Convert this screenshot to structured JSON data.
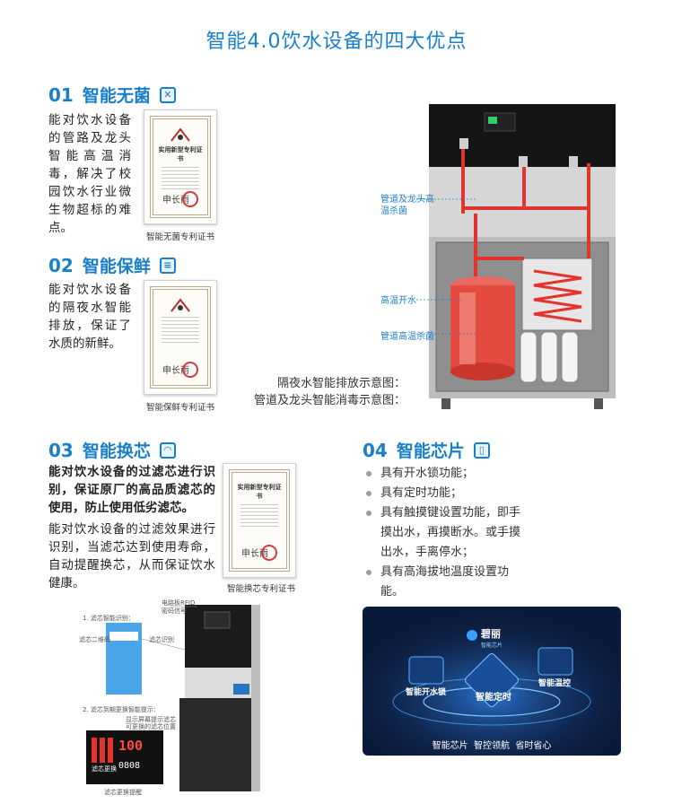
{
  "page_title": "智能4.0饮水设备的四大优点",
  "sections": [
    {
      "num": "01",
      "title": "智能无菌",
      "icon": "sterilize-icon",
      "text": "能对饮水设备的管路及龙头智能高温消毒，解决了校园饮水行业微生物超标的难点。",
      "cert_caption": "智能无菌专利证书"
    },
    {
      "num": "02",
      "title": "智能保鲜",
      "icon": "fresh-icon",
      "text": "能对饮水设备的隔夜水智能排放，保证了水质的新鲜。",
      "cert_caption": "智能保鲜专利证书"
    },
    {
      "num": "03",
      "title": "智能换芯",
      "icon": "alarm-icon",
      "text_bold": "能对饮水设备的过滤芯进行识别，保证原厂的高品质滤芯的使用，防止使用低劣滤芯。",
      "text": "能对饮水设备的过滤效果进行识别，当滤芯达到使用寿命，自动提醒换芯，从而保证饮水健康。",
      "cert_caption": "智能换芯专利证书"
    },
    {
      "num": "04",
      "title": "智能芯片",
      "icon": "tablet-icon",
      "bullets": [
        "具有开水锁功能；",
        "具有定时功能；",
        "具有触摸键设置功能，即手摸出水，再摸断水。或手摸出水，手离停水；",
        "具有高海拔地温度设置功能。"
      ]
    }
  ],
  "cert_heading": "实用新型专利证书",
  "cert_signature": "申长雨",
  "diagram": {
    "labels": [
      "管道及龙头高温杀菌",
      "高温开水",
      "管道高温杀菌"
    ],
    "caption_lines": [
      "隔夜水智能排放示意图：",
      "管道及龙头智能消毒示意图："
    ]
  },
  "filter_machine": {
    "rfid_label": "电路板RFID\n密码信号",
    "step1": "1. 滤芯智能识别：",
    "code_lbl_a": "滤芯二维码",
    "code_lbl_b": "滤芯识别",
    "step2": "2. 滤芯到期更换智能提示：",
    "note": "显示屏幕提示滤芯\n可更换的滤芯位置",
    "screen_value": "100",
    "screen_time": "0808",
    "screen_caption": "滤芯更换提醒",
    "panel_label": "滤芯更换"
  },
  "chip_visual": {
    "brand": "碧丽",
    "brand_sub": "智能芯片",
    "tile_lock": "智能开水锁",
    "tile_timer": "智能定时",
    "tile_temp": "智能温控",
    "slogan": "智能芯片  智控领航  省时省心"
  },
  "colors": {
    "accent": "#1a7fc9",
    "pipe_red": "#e0342d",
    "dark_panel": "#0b1a3a"
  }
}
